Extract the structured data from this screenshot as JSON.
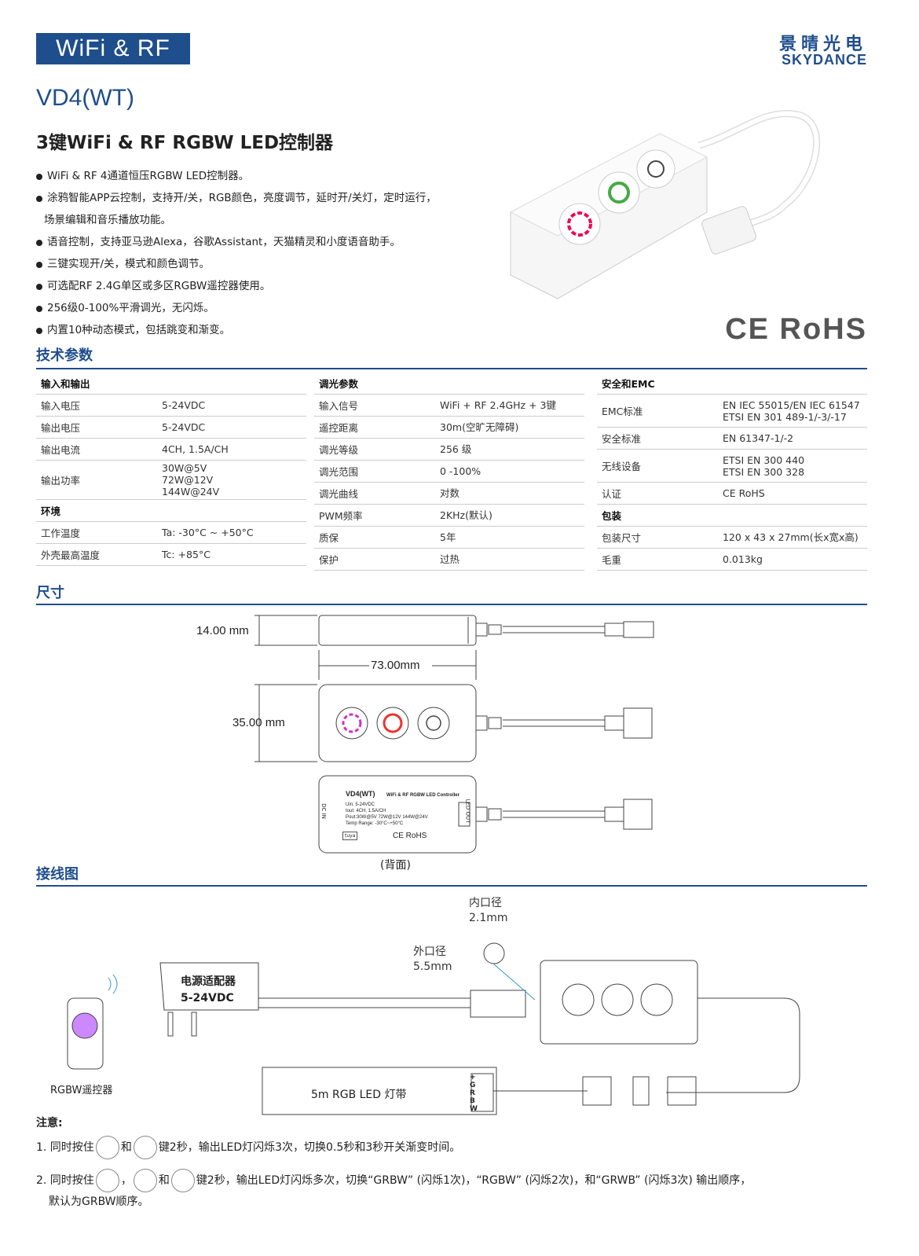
{
  "header": {
    "badge": "WiFi & RF",
    "brand_cn": "景晴光电",
    "brand_en": "SKYDANCE"
  },
  "model": "VD4(WT)",
  "product_title": "3键WiFi & RF RGBW LED控制器",
  "features": [
    "WiFi & RF 4通道恒压RGBW LED控制器。",
    "涂鸦智能APP云控制，支持开/关，RGB颜色，亮度调节，延时开/关灯，定时运行，",
    "场景编辑和音乐播放功能。",
    "语音控制，支持亚马逊Alexa，谷歌Assistant，天猫精灵和小度语音助手。",
    "三键实现开/关，模式和颜色调节。",
    "可选配RF 2.4G单区或多区RGBW遥控器使用。",
    "256级0-100%平滑调光，无闪烁。",
    "内置10种动态模式，包括跳变和渐变。"
  ],
  "certs": "CE RoHS",
  "sections": {
    "spec": "技术参数",
    "dims": "尺寸",
    "wiring": "接线图"
  },
  "spec": {
    "col1": {
      "h1": "输入和输出",
      "rows1": [
        [
          "输入电压",
          "5-24VDC"
        ],
        [
          "输出电压",
          "5-24VDC"
        ],
        [
          "输出电流",
          "4CH, 1.5A/CH"
        ],
        [
          "输出功率",
          "30W@5V\n72W@12V\n144W@24V"
        ]
      ],
      "h2": "环境",
      "rows2": [
        [
          "工作温度",
          "Ta: -30°C ~ +50°C"
        ],
        [
          "外壳最高温度",
          "Tc: +85°C"
        ]
      ]
    },
    "col2": {
      "h1": "调光参数",
      "rows1": [
        [
          "输入信号",
          "WiFi + RF 2.4GHz + 3键"
        ],
        [
          "遥控距离",
          "30m(空旷无障碍)"
        ],
        [
          "调光等级",
          "256 级"
        ],
        [
          "调光范围",
          "0 -100%"
        ],
        [
          "调光曲线",
          "对数"
        ],
        [
          "PWM频率",
          "2KHz(默认)"
        ],
        [
          "质保",
          "5年"
        ],
        [
          "保护",
          "过热"
        ]
      ]
    },
    "col3": {
      "h1": "安全和EMC",
      "rows1": [
        [
          "EMC标准",
          "EN IEC 55015/EN IEC 61547\nETSI EN 301 489-1/-3/-17"
        ],
        [
          "安全标准",
          "EN 61347-1/-2"
        ],
        [
          "无线设备",
          "ETSI EN 300 440\nETSI EN 300 328"
        ],
        [
          "认证",
          "CE RoHS"
        ]
      ],
      "h2": "包装",
      "rows2": [
        [
          "包装尺寸",
          "120 x 43 x 27mm(长x宽x高)"
        ],
        [
          "毛重",
          "0.013kg"
        ]
      ]
    }
  },
  "dims": {
    "h": "14.00 mm",
    "l": "73.00mm",
    "w": "35.00 mm",
    "back": "(背面)",
    "label_title": "VD4(WT)",
    "label_sub": "WiFi & RF RGBW LED Controller",
    "label_lines": [
      "Uin: 5-24VDC",
      "Iout: 4CH, 1.5A/CH",
      "Pout:30W@5V  72W@12V  144W@24V",
      "Temp Range: -30°C~+50°C"
    ],
    "dc_in": "DC IN",
    "led_out": "LED OUT",
    "ce_rohs": "CE RoHS",
    "tuya": "tuya"
  },
  "wiring": {
    "inner": "内口径",
    "inner_v": "2.1mm",
    "outer": "外口径",
    "outer_v": "5.5mm",
    "adapter": "电源适配器",
    "adapter_v": "5-24VDC",
    "remote": "RGBW遥控器",
    "strip": "5m RGB LED 灯带",
    "pins": [
      "+",
      "G",
      "R",
      "B",
      "W"
    ]
  },
  "notes": {
    "title": "注意:",
    "n1a": "1. 同时按住",
    "n1b": "和",
    "n1c": "键2秒，输出LED灯闪烁3次，切换0.5秒和3秒开关渐变时间。",
    "n2a": "2. 同时按住",
    "n2b": "，",
    "n2c": "和",
    "n2d": "键2秒，输出LED灯闪烁多次，切换“GRBW” (闪烁1次)，“RGBW” (闪烁2次)，和“GRWB” (闪烁3次) 输出顺序，",
    "n2e": "默认为GRBW顺序。"
  }
}
